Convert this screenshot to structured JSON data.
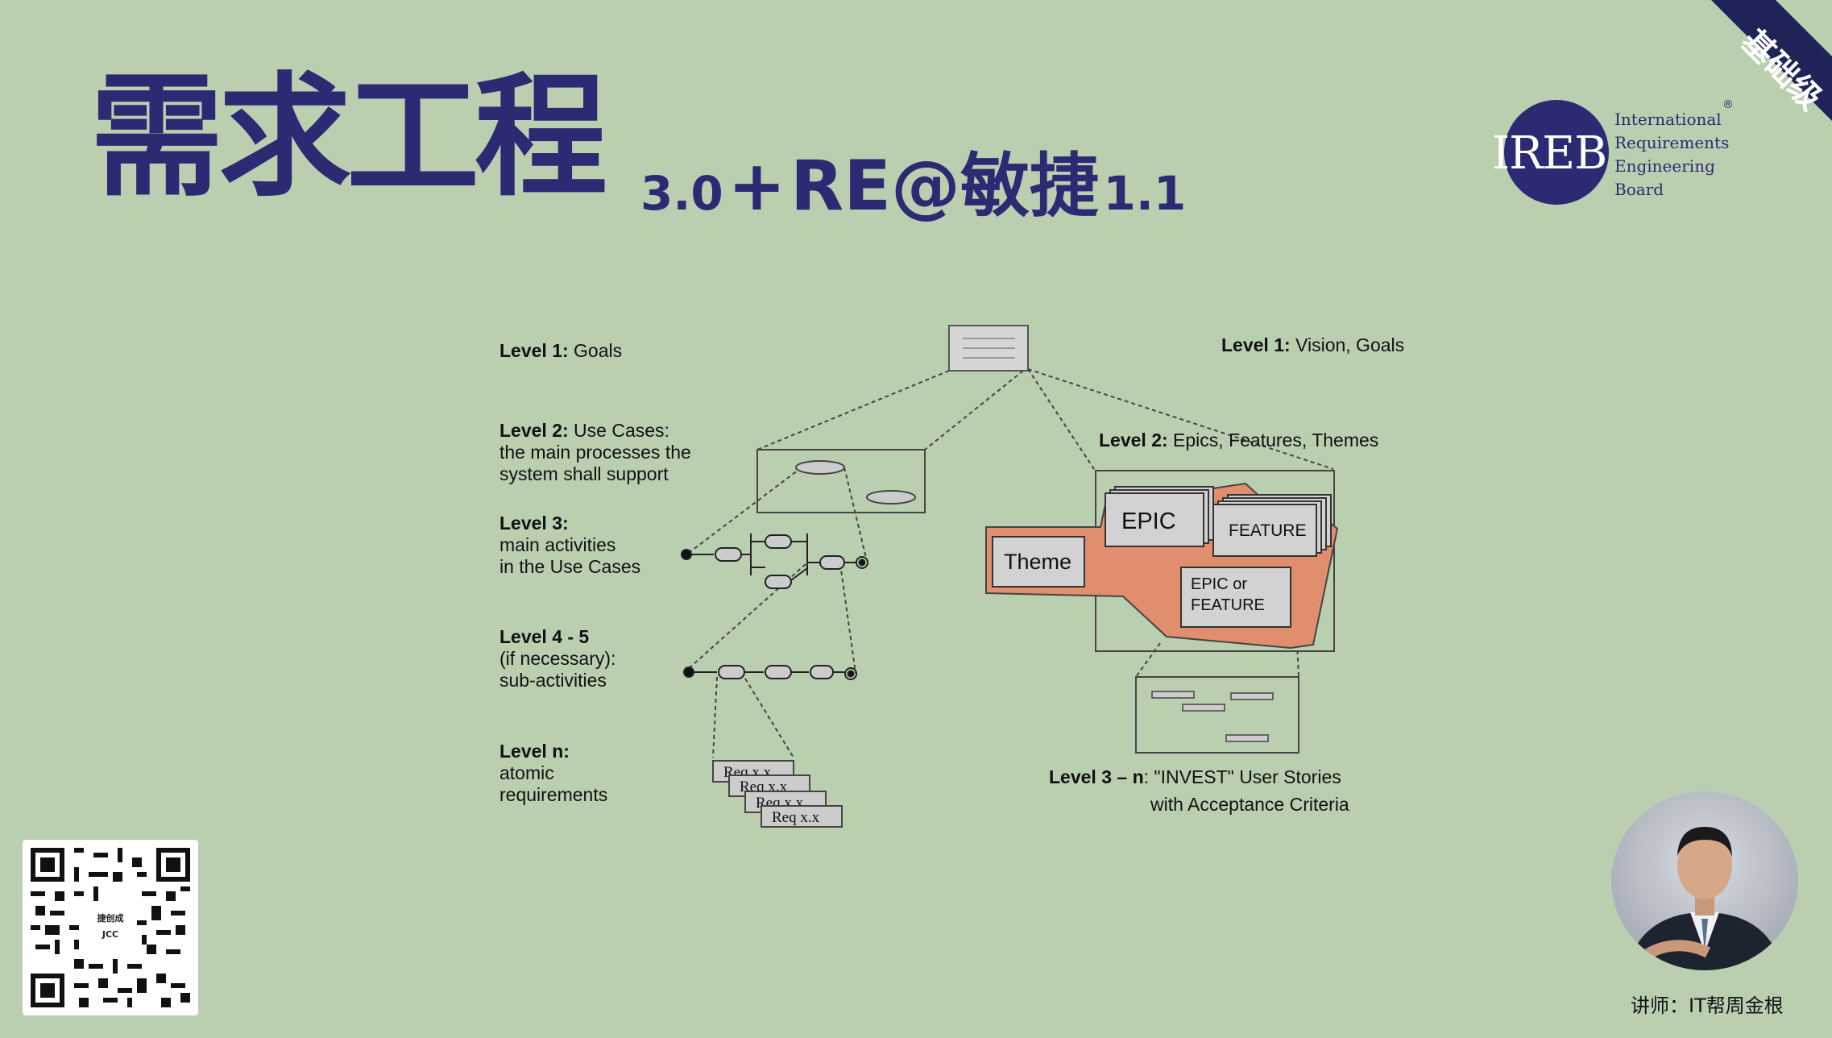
{
  "title": {
    "main": "需求工程",
    "version1": "3.0",
    "plus": "+",
    "sub": "RE@敏捷",
    "version2": "1.1"
  },
  "corner_badge": "基础级",
  "ireb": {
    "letters": "IREB",
    "line1": "International",
    "line2": "Requirements",
    "line3": "Engineering",
    "line4": "Board",
    "reg": "®"
  },
  "diagram": {
    "left": {
      "l1_bold": "Level 1:",
      "l1_text": " Goals",
      "l2_bold": "Level 2:",
      "l2_text": " Use Cases:",
      "l2_line2": "the main processes the",
      "l2_line3": "system shall support",
      "l3_bold": "Level 3:",
      "l3_line2": "main activities",
      "l3_line3": "in the Use Cases",
      "l45_bold": "Level 4 - 5",
      "l45_line2": "(if necessary):",
      "l45_line3": "sub-activities",
      "ln_bold": "Level n:",
      "ln_line2": "atomic",
      "ln_line3": "requirements",
      "req1": "Req x.x",
      "req2": "Req x.x",
      "req3": "Req x.x",
      "req4": "Req x.x"
    },
    "right": {
      "l1_bold": "Level 1:",
      "l1_text": " Vision, Goals",
      "l2_bold": "Level 2:",
      "l2_text": " Epics, Features, Themes",
      "epic": "EPIC",
      "feature": "FEATURE",
      "theme": "Theme",
      "epic_or": "EPIC or",
      "epic_or_feature": "FEATURE",
      "l3_bold": "Level 3 – n",
      "l3_text": ": \"INVEST\" User Stories",
      "l3_line2": "with Acceptance Criteria"
    }
  },
  "qr_center": {
    "line1": "捷创成",
    "line2": "JCC"
  },
  "lecturer": "讲师：IT帮周金根",
  "colors": {
    "background": "#bacfb0",
    "title": "#2b2a72",
    "badge": "#1e2457",
    "theme_fill": "#e08e6d"
  }
}
